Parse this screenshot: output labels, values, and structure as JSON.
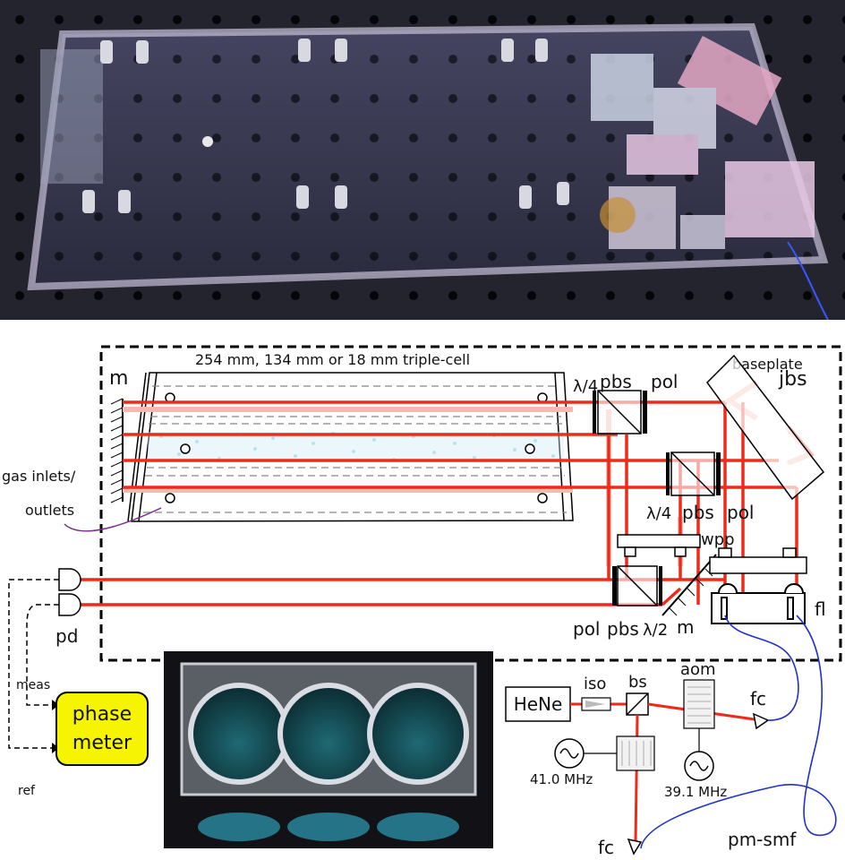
{
  "labels": {
    "cell_title": "254 mm, 134 mm or 18 mm triple-cell",
    "baseplate": "baseplate",
    "mirror_left": "m",
    "jbs": "jbs",
    "qwp1": "λ/4",
    "pbs1": "pbs",
    "pol1": "pol",
    "qwp2": "λ/4",
    "pbs2": "pbs",
    "pol2": "pol",
    "wpp": "wpp",
    "pol3": "pol",
    "pbs3": "pbs",
    "hwp": "λ/2",
    "mirror_right": "m",
    "fl": "fl",
    "gas_line1": "gas inlets/",
    "gas_line2": "outlets",
    "pd": "pd",
    "meas": "meas",
    "ref": "ref",
    "phase_meter_line1": "phase",
    "phase_meter_line2": "meter",
    "hene": "HeNe",
    "iso": "iso",
    "bs": "bs",
    "aom": "aom",
    "fc_right": "fc",
    "fc_bottom": "fc",
    "freq1": "41.0 MHz",
    "freq2": "39.1 MHz",
    "pm_smf": "pm-smf"
  },
  "colors": {
    "beam": "#ee2a1a",
    "beam_ghost": "#f4b9b0",
    "fiber": "#1f2fd0",
    "gas": "#a8dcee",
    "gas_leader": "#7b2a8c",
    "phase_meter": "#f7f400"
  }
}
